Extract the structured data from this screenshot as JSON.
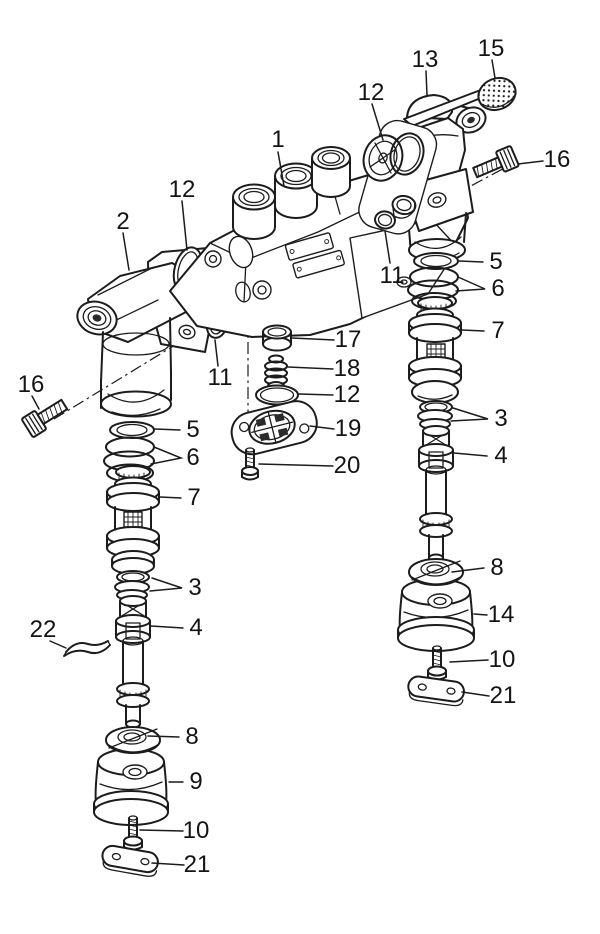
{
  "diagram": {
    "kind": "exploded-parts-diagram",
    "colors": {
      "ink": "#1c1c1c",
      "background": "#ffffff"
    },
    "callouts": [
      {
        "label": "1",
        "points_to": "manifold-body"
      },
      {
        "label": "2",
        "points_to": "left-valve-body"
      },
      {
        "label": "12",
        "points_to": "gasket-left"
      },
      {
        "label": "12",
        "points_to": "gasket-right"
      },
      {
        "label": "13",
        "points_to": "right-valve-body"
      },
      {
        "label": "15",
        "points_to": "exhaust-filter-cap"
      },
      {
        "label": "16",
        "points_to": "bolt-right"
      },
      {
        "label": "11",
        "points_to": "oring-small-right"
      },
      {
        "label": "5",
        "points_to": "spring-washer-right"
      },
      {
        "label": "6",
        "points_to": "spring-right"
      },
      {
        "label": "7",
        "points_to": "piston-right"
      },
      {
        "label": "17",
        "points_to": "cover-cap"
      },
      {
        "label": "18",
        "points_to": "small-spring"
      },
      {
        "label": "12",
        "points_to": "oring-mid"
      },
      {
        "label": "19",
        "points_to": "flange-plate"
      },
      {
        "label": "20",
        "points_to": "screw-mid"
      },
      {
        "label": "16",
        "points_to": "bolt-left"
      },
      {
        "label": "11",
        "points_to": "oring-small-left"
      },
      {
        "label": "3",
        "points_to": "rings-right"
      },
      {
        "label": "4",
        "points_to": "valve-guide-right"
      },
      {
        "label": "5",
        "points_to": "spring-washer-left"
      },
      {
        "label": "6",
        "points_to": "spring-left"
      },
      {
        "label": "7",
        "points_to": "piston-left"
      },
      {
        "label": "3",
        "points_to": "rings-left"
      },
      {
        "label": "4",
        "points_to": "valve-guide-left"
      },
      {
        "label": "22",
        "points_to": "clip"
      },
      {
        "label": "8",
        "points_to": "cap-right"
      },
      {
        "label": "14",
        "points_to": "canister-right"
      },
      {
        "label": "10",
        "points_to": "screw-right"
      },
      {
        "label": "21",
        "points_to": "bracket-right"
      },
      {
        "label": "8",
        "points_to": "cap-left"
      },
      {
        "label": "9",
        "points_to": "canister-left"
      },
      {
        "label": "10",
        "points_to": "screw-left"
      },
      {
        "label": "21",
        "points_to": "bracket-left"
      }
    ]
  }
}
